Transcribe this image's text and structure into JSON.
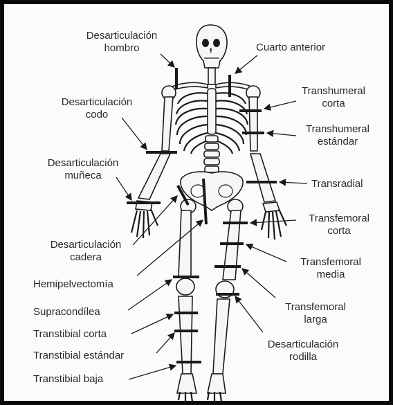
{
  "labels": {
    "hombro": [
      "Desarticulación",
      "hombro"
    ],
    "cuarto": "Cuarto anterior",
    "codo": [
      "Desarticulación",
      "codo"
    ],
    "muneca": [
      "Desarticulación",
      "muñeca"
    ],
    "th_corta": [
      "Transhumeral",
      "corta"
    ],
    "th_estandar": [
      "Transhumeral",
      "estándar"
    ],
    "transradial": "Transradial",
    "tf_corta": [
      "Transfemoral",
      "corta"
    ],
    "cadera": [
      "Desarticulación",
      "cadera"
    ],
    "tf_media": [
      "Transfemoral",
      "media"
    ],
    "hemipelvectomia": "Hemipelvectomía",
    "supracondilea": "Supracondílea",
    "tf_larga": [
      "Transfemoral",
      "larga"
    ],
    "tt_corta": "Transtibial corta",
    "rodilla": [
      "Desarticulación",
      "rodilla"
    ],
    "tt_estandar": "Transtibial estándar",
    "tt_baja": "Transtibial baja"
  }
}
